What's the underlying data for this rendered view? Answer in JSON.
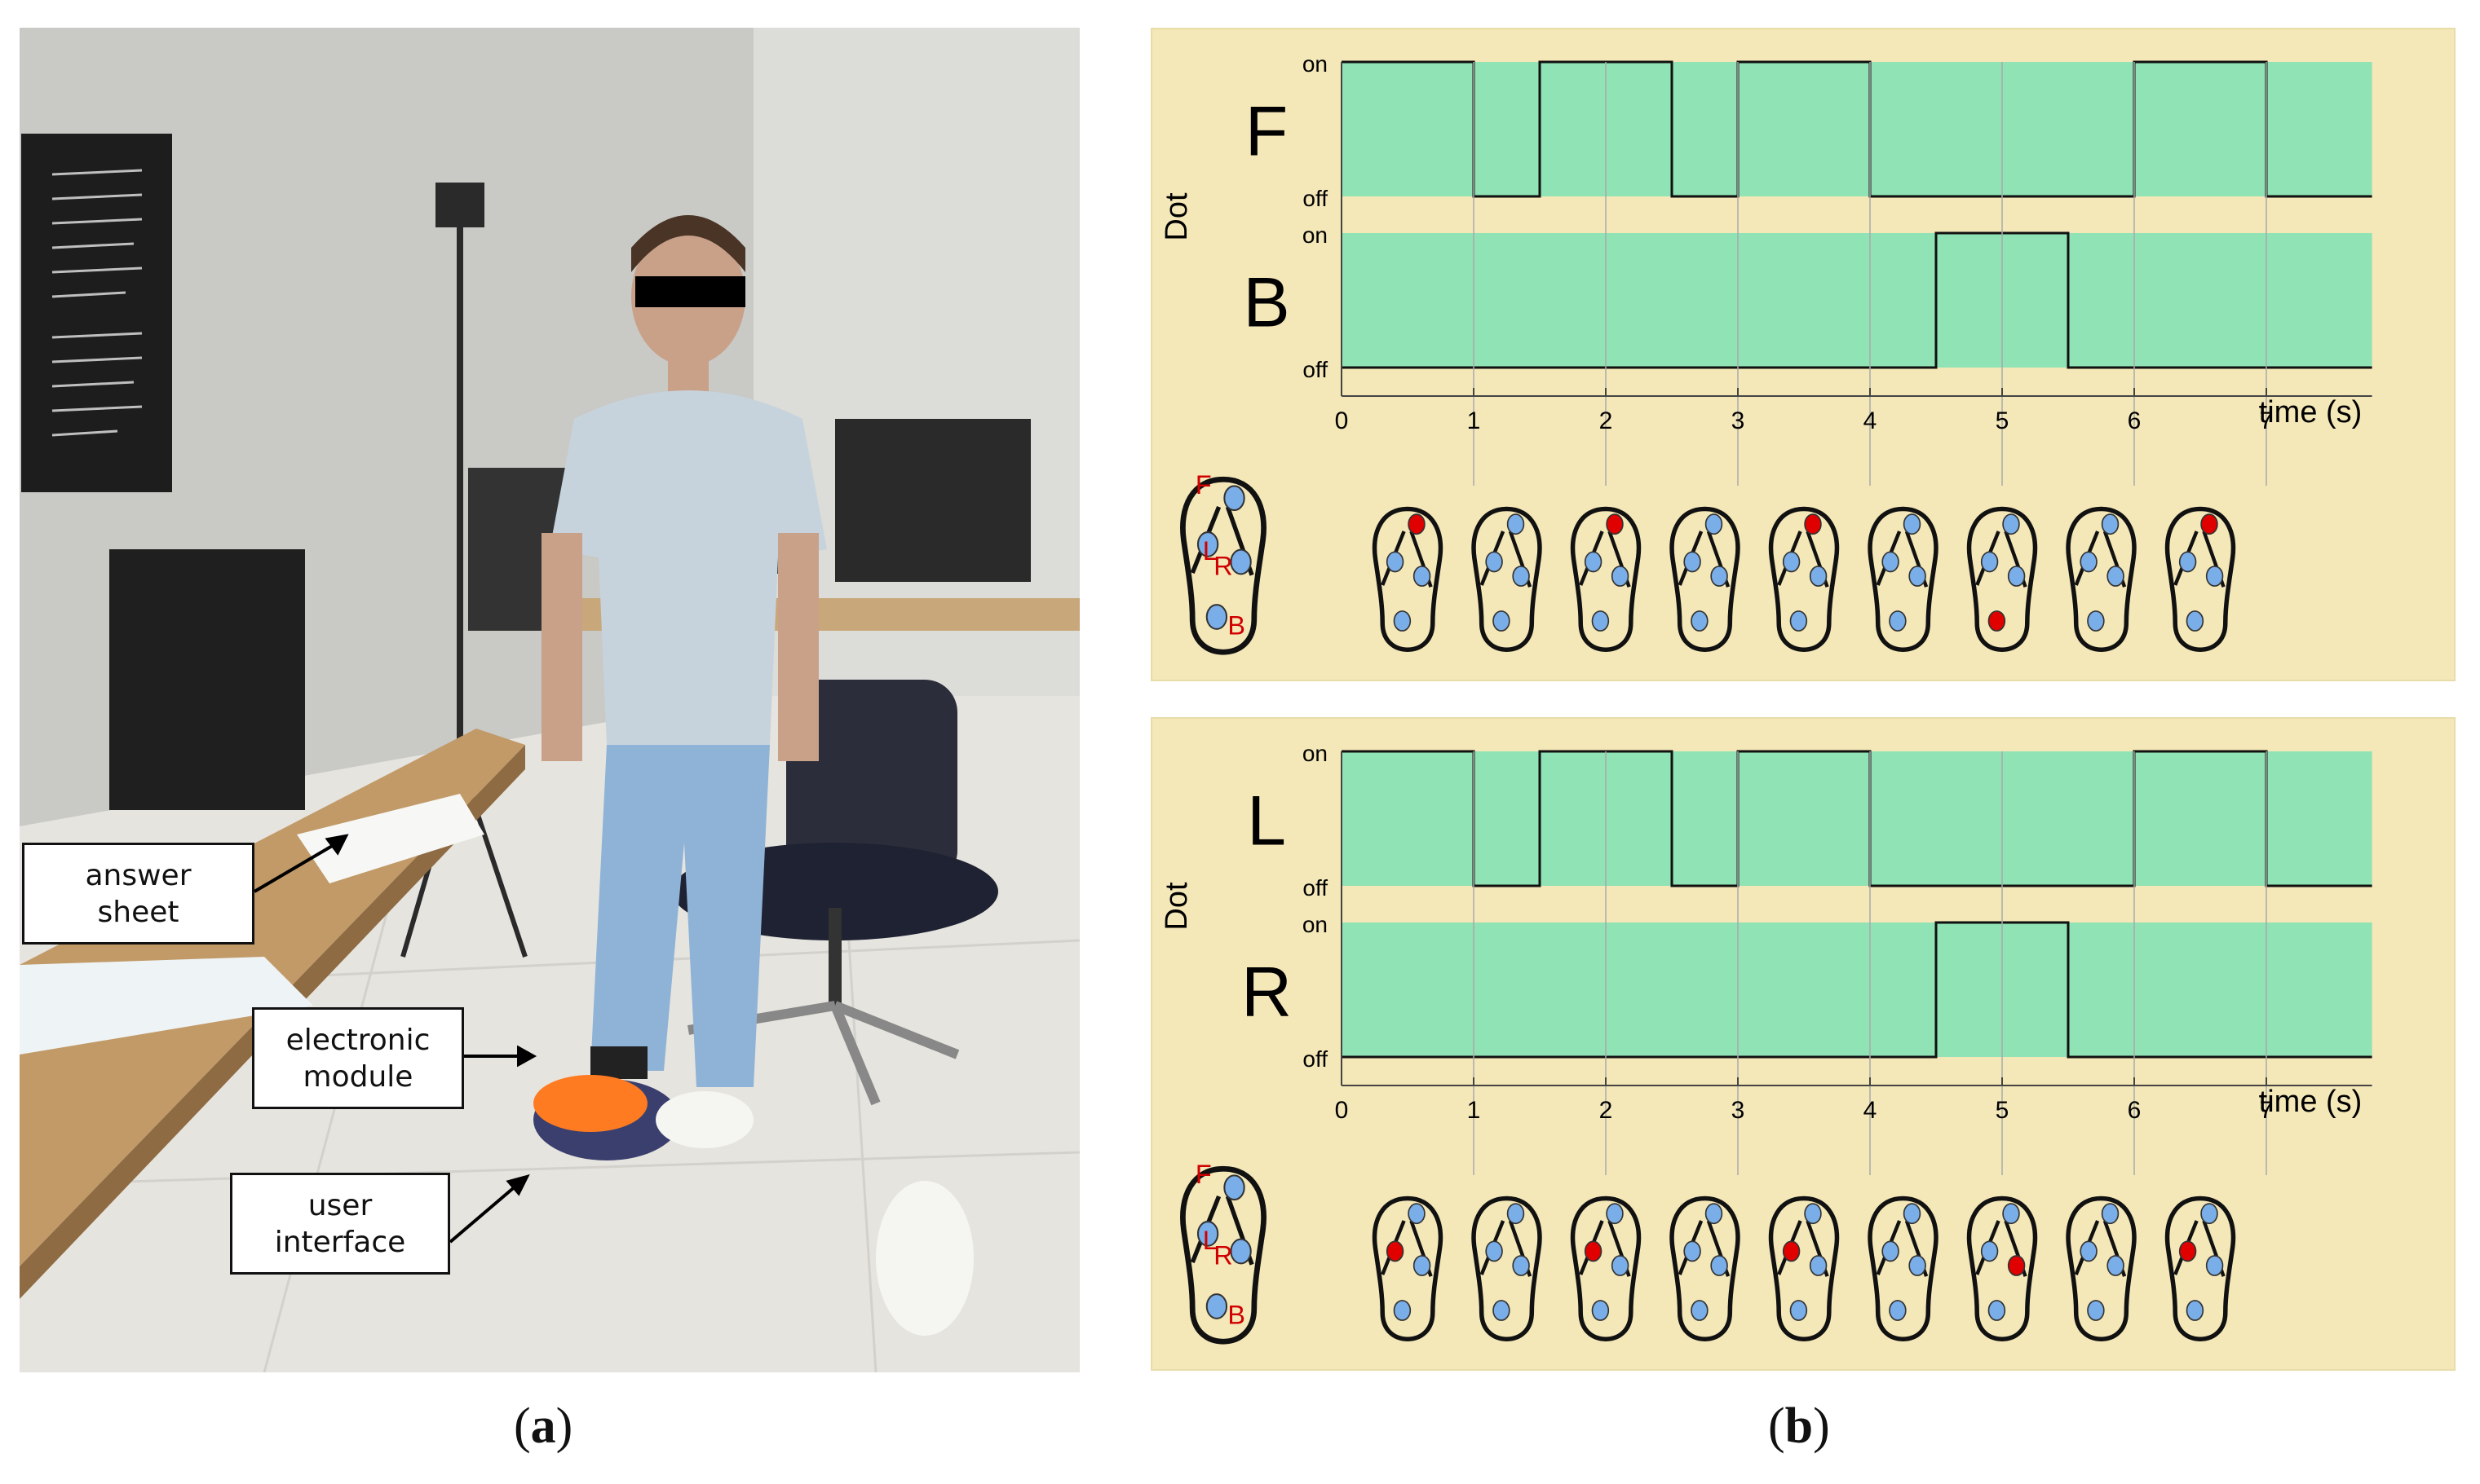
{
  "panel_a": {
    "caption_open": "(",
    "caption_letter": "a",
    "caption_close": ")",
    "callouts": [
      {
        "id": "answer",
        "text": "answer\nsheet"
      },
      {
        "id": "module",
        "text": "electronic\nmodule"
      },
      {
        "id": "ui",
        "text": "user\ninterface"
      }
    ]
  },
  "panel_b": {
    "caption_open": "(",
    "caption_letter": "b",
    "caption_close": ")",
    "y_axis_label": "Dot",
    "x_axis_label": "time (s)",
    "level_on": "on",
    "level_off": "off",
    "ticks": [
      "0",
      "1",
      "2",
      "3",
      "4",
      "5",
      "6",
      "7"
    ],
    "colors": {
      "fill": "#8fe3b4",
      "panel": "#f4e7b8",
      "dot_active": "#e00000",
      "dot_idle": "#7aaee8"
    },
    "legend_letters": {
      "front": "F",
      "left": "L",
      "right": "R",
      "back": "B"
    }
  },
  "chart_data": [
    {
      "type": "line",
      "step": true,
      "x_label": "time (s)",
      "y_label": "Dot",
      "x_range": [
        0,
        7.8
      ],
      "series": [
        {
          "name": "F",
          "transitions_s": [
            0,
            1,
            1.5,
            2.5,
            3,
            4,
            6,
            7,
            7.8
          ],
          "states": [
            "on",
            "off",
            "on",
            "off",
            "on",
            "off",
            "on",
            "off"
          ]
        },
        {
          "name": "B",
          "transitions_s": [
            0,
            4.5,
            5.5,
            7.8
          ],
          "states": [
            "off",
            "on",
            "off"
          ]
        }
      ],
      "sandal_active_dots": [
        "F",
        "none",
        "F",
        "none",
        "F",
        "none",
        "B",
        "none",
        "F"
      ]
    },
    {
      "type": "line",
      "step": true,
      "x_label": "time (s)",
      "y_label": "Dot",
      "x_range": [
        0,
        7.8
      ],
      "series": [
        {
          "name": "L",
          "transitions_s": [
            0,
            1,
            1.5,
            2.5,
            3,
            4,
            6,
            7,
            7.8
          ],
          "states": [
            "on",
            "off",
            "on",
            "off",
            "on",
            "off",
            "on",
            "off"
          ]
        },
        {
          "name": "R",
          "transitions_s": [
            0,
            4.5,
            5.5,
            7.8
          ],
          "states": [
            "off",
            "on",
            "off"
          ]
        }
      ],
      "sandal_active_dots": [
        "L",
        "none",
        "L",
        "none",
        "L",
        "none",
        "R",
        "none",
        "L"
      ]
    }
  ]
}
